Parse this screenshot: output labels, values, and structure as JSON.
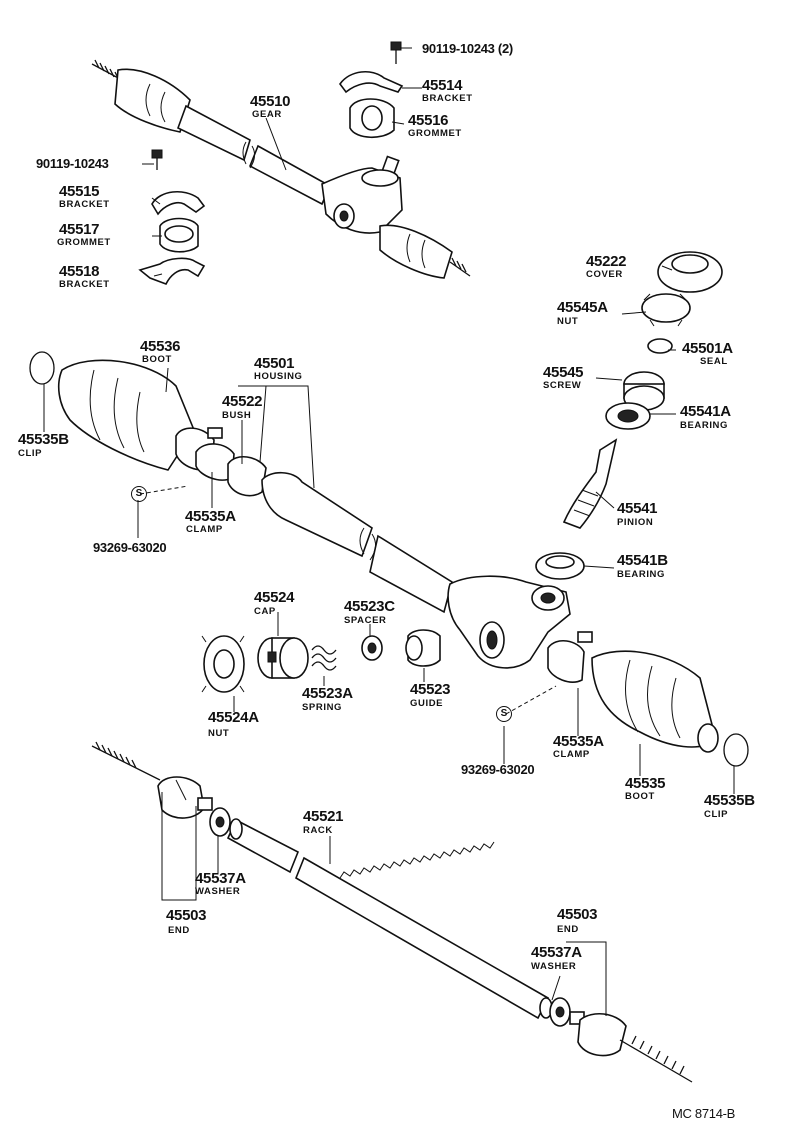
{
  "parts": [
    {
      "id": "p90119a",
      "number": "90119-10243 (2)",
      "name": ""
    },
    {
      "id": "p45514",
      "number": "45514",
      "name": "BRACKET"
    },
    {
      "id": "p45510",
      "number": "45510",
      "name": "GEAR"
    },
    {
      "id": "p45516",
      "number": "45516",
      "name": "GROMMET"
    },
    {
      "id": "p90119b",
      "number": "90119-10243",
      "name": ""
    },
    {
      "id": "p45515",
      "number": "45515",
      "name": "BRACKET"
    },
    {
      "id": "p45517",
      "number": "45517",
      "name": "GROMMET"
    },
    {
      "id": "p45518",
      "number": "45518",
      "name": "BRACKET"
    },
    {
      "id": "p45222",
      "number": "45222",
      "name": "COVER"
    },
    {
      "id": "p45545A",
      "number": "45545A",
      "name": "NUT"
    },
    {
      "id": "p45501A",
      "number": "45501A",
      "name": "SEAL"
    },
    {
      "id": "p45536",
      "number": "45536",
      "name": "BOOT"
    },
    {
      "id": "p45501",
      "number": "45501",
      "name": "HOUSING"
    },
    {
      "id": "p45545",
      "number": "45545",
      "name": "SCREW"
    },
    {
      "id": "p45541A",
      "number": "45541A",
      "name": "BEARING"
    },
    {
      "id": "p45522",
      "number": "45522",
      "name": "BUSH"
    },
    {
      "id": "p45535B_l",
      "number": "45535B",
      "name": "CLIP"
    },
    {
      "id": "p45535A_l",
      "number": "45535A",
      "name": "CLAMP"
    },
    {
      "id": "p93269a",
      "number": "93269-63020",
      "name": ""
    },
    {
      "id": "p45541",
      "number": "45541",
      "name": "PINION"
    },
    {
      "id": "p45541B",
      "number": "45541B",
      "name": "BEARING"
    },
    {
      "id": "p45524",
      "number": "45524",
      "name": "CAP"
    },
    {
      "id": "p45523C",
      "number": "45523C",
      "name": "SPACER"
    },
    {
      "id": "p45524A",
      "number": "45524A",
      "name": "NUT"
    },
    {
      "id": "p45523A",
      "number": "45523A",
      "name": "SPRING"
    },
    {
      "id": "p45523",
      "number": "45523",
      "name": "GUIDE"
    },
    {
      "id": "p45535A_r",
      "number": "45535A",
      "name": "CLAMP"
    },
    {
      "id": "p93269b",
      "number": "93269-63020",
      "name": ""
    },
    {
      "id": "p45535",
      "number": "45535",
      "name": "BOOT"
    },
    {
      "id": "p45535B_r",
      "number": "45535B",
      "name": "CLIP"
    },
    {
      "id": "p45521",
      "number": "45521",
      "name": "RACK"
    },
    {
      "id": "p45537A_l",
      "number": "45537A",
      "name": "WASHER"
    },
    {
      "id": "p45503_l",
      "number": "45503",
      "name": "END"
    },
    {
      "id": "p45503_r",
      "number": "45503",
      "name": "END"
    },
    {
      "id": "p45537A_r",
      "number": "45537A",
      "name": "WASHER"
    }
  ],
  "symbols": {
    "s_mark": "S"
  },
  "footer": {
    "code": "MC 8714-B"
  }
}
